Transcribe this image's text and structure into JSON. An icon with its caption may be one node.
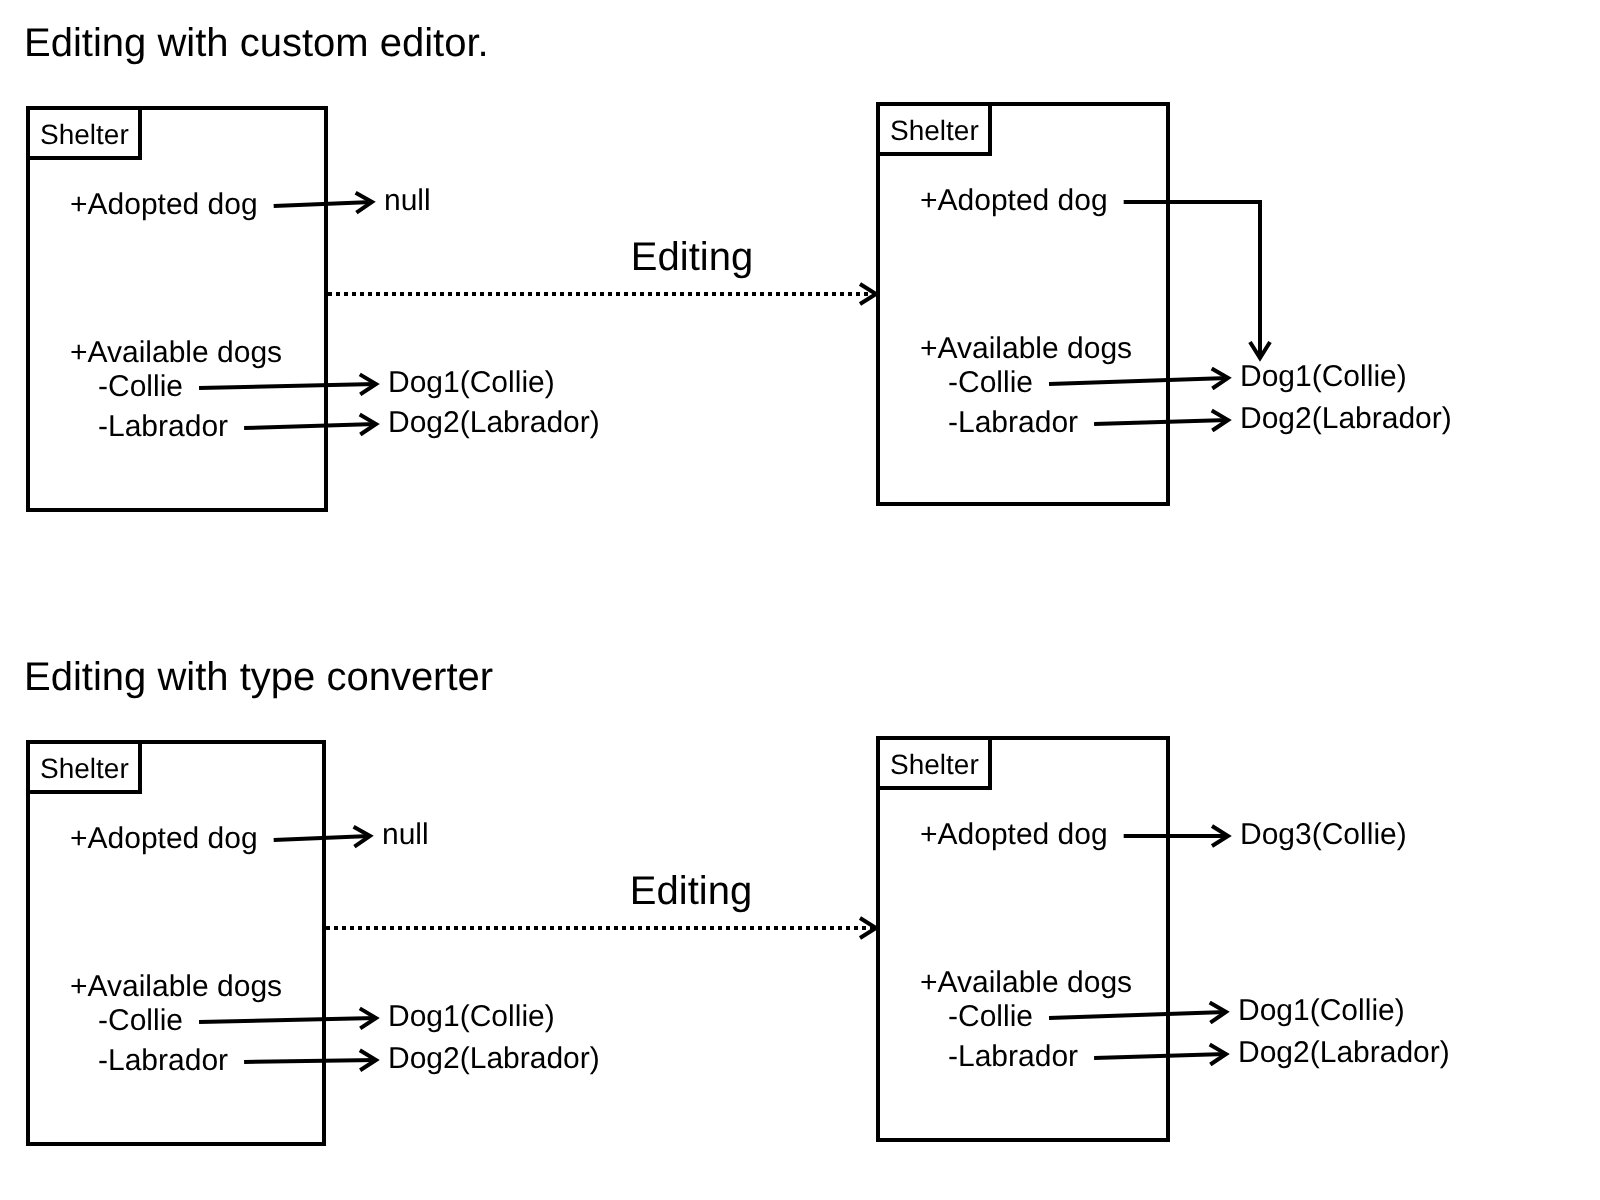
{
  "diagram": {
    "nodes": [
      {
        "text": [
          "Shelter"
        ]
      },
      {
        "text": [
          "+Adopted dog"
        ],
        "in": 0
      },
      {
        "text": [
          "+Available dogs"
        ],
        "in": 0
      },
      {
        "text": [
          "-Collie"
        ],
        "in": 0
      },
      {
        "text": [
          "-Labrador"
        ],
        "in": 0
      },
      {
        "text": [
          "null"
        ]
      },
      {
        "text": [
          "Dog1(Collie)"
        ]
      },
      {
        "text": [
          "Dog2(Labrador)"
        ]
      },
      {
        "text": [
          "Shelter"
        ]
      },
      {
        "text": [
          "+Adopted dog"
        ],
        "in": 8
      },
      {
        "text": [
          "+Available dogs"
        ],
        "in": 8
      },
      {
        "text": [
          "-Collie"
        ],
        "in": 8
      },
      {
        "text": [
          "-Labrador"
        ],
        "in": 8
      },
      {
        "text": [
          "Dog1(Collie)"
        ]
      },
      {
        "text": [
          "Dog2(Labrador)"
        ]
      },
      {
        "text": [
          "Shelter"
        ]
      },
      {
        "text": [
          "+Adopted dog"
        ],
        "in": 15
      },
      {
        "text": [
          "+Available dogs"
        ],
        "in": 15
      },
      {
        "text": [
          "-Collie"
        ],
        "in": 15
      },
      {
        "text": [
          "-Labrador"
        ],
        "in": 15
      },
      {
        "text": [
          "null"
        ]
      },
      {
        "text": [
          "Dog1(Collie)"
        ]
      },
      {
        "text": [
          "Dog2(Labrador)"
        ]
      },
      {
        "text": [
          "Shelter"
        ]
      },
      {
        "text": [
          "+Adopted dog"
        ],
        "in": 23
      },
      {
        "text": [
          "+Available dogs"
        ],
        "in": 23
      },
      {
        "text": [
          "-Collie"
        ],
        "in": 23
      },
      {
        "text": [
          "-Labrador"
        ],
        "in": 23
      },
      {
        "text": [
          "Dog3(Collie)"
        ]
      },
      {
        "text": [
          "Dog1(Collie)"
        ]
      },
      {
        "text": [
          "Dog2(Labrador)"
        ]
      }
    ],
    "edges": [
      {
        "from": 1,
        "to": 5,
        "arrow": "to"
      },
      {
        "from": 3,
        "to": 6,
        "arrow": "to"
      },
      {
        "from": 4,
        "to": 7,
        "arrow": "to"
      },
      {
        "from": 0,
        "to": 8,
        "arrow": "to",
        "label": "Editing",
        "style": "dashed"
      },
      {
        "from": 9,
        "to": 13,
        "arrow": "to"
      },
      {
        "from": 11,
        "to": 13,
        "arrow": "to"
      },
      {
        "from": 12,
        "to": 14,
        "arrow": "to"
      },
      {
        "from": 16,
        "to": 20,
        "arrow": "to"
      },
      {
        "from": 18,
        "to": 21,
        "arrow": "to"
      },
      {
        "from": 19,
        "to": 22,
        "arrow": "to"
      },
      {
        "from": 15,
        "to": 23,
        "arrow": "to",
        "label": "Editing",
        "style": "dashed"
      },
      {
        "from": 24,
        "to": 28,
        "arrow": "to"
      },
      {
        "from": 26,
        "to": 29,
        "arrow": "to"
      },
      {
        "from": 27,
        "to": 30,
        "arrow": "to"
      }
    ],
    "labels": [
      "Editing with custom editor.",
      "Editing with type converter"
    ]
  }
}
